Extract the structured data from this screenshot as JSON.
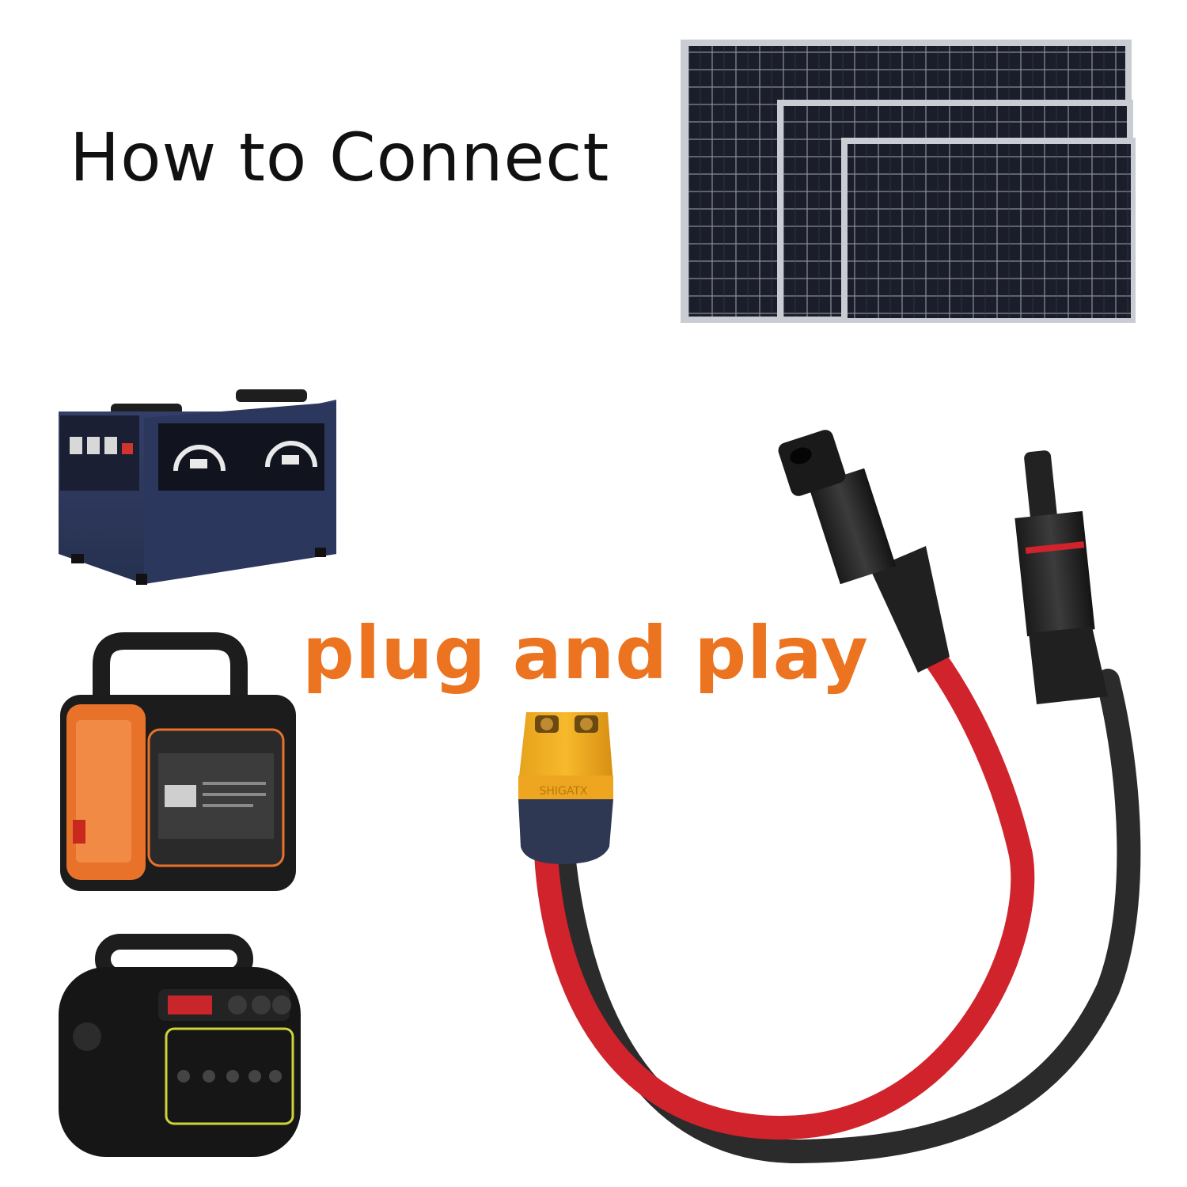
{
  "heading": "How to Connect",
  "tagline": "plug and play",
  "accent_color": "#ec7420",
  "xt60_label": "SHIGATX",
  "illustrations": {
    "solar_panels": "three-solar-panels-image",
    "station_1": "blue-power-station-image",
    "station_2": "orange-black-power-station-image",
    "station_3": "black-round-power-station-image",
    "cable": "mc4-to-xt60-adapter-cable-image"
  }
}
